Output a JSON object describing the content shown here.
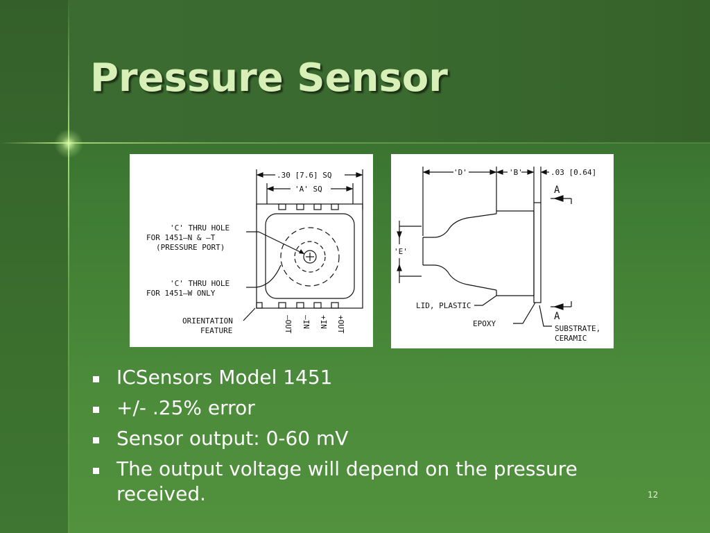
{
  "slide": {
    "title": "Pressure Sensor",
    "page_number": "12"
  },
  "figure_left": {
    "dim_top": ".30 [7.6] SQ",
    "dim_a": "'A' SQ",
    "label_c_hole_1_line1": "'C' THRU HOLE",
    "label_c_hole_1_line2": "FOR 1451—N & —T",
    "label_c_hole_1_line3": "(PRESSURE PORT)",
    "label_c_hole_2_line1": "'C' THRU HOLE",
    "label_c_hole_2_line2": "FOR 1451—W ONLY",
    "label_orient_line1": "ORIENTATION",
    "label_orient_line2": "FEATURE",
    "pins": [
      "—OUT",
      "—IN",
      "+IN",
      "+OUT"
    ]
  },
  "figure_right": {
    "dim_d": "'D'",
    "dim_b": "'B'",
    "dim_03": ".03 [0.64]",
    "label_a_top": "A",
    "label_a_bottom": "A",
    "dim_e": "'E'",
    "label_lid": "LID, PLASTIC",
    "label_epoxy": "EPOXY",
    "label_substrate_line1": "SUBSTRATE,",
    "label_substrate_line2": "CERAMIC"
  },
  "bullets": [
    "ICSensors Model 1451",
    "+/- .25% error",
    "Sensor output:  0-60 mV",
    "The output voltage will depend on the pressure received."
  ]
}
